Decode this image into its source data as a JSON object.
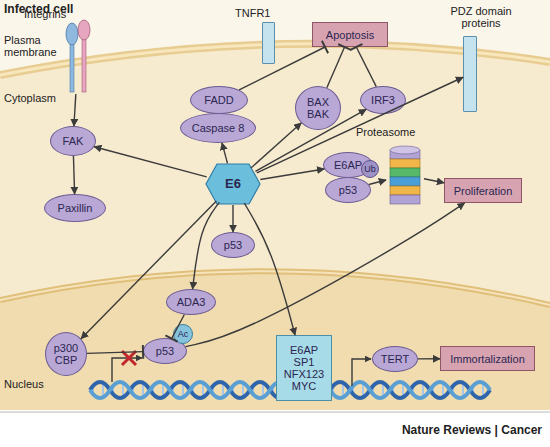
{
  "diagram": {
    "title": "Infected cell",
    "nodes": [
      {
        "text": [
          "Integrins"
        ]
      },
      {
        "text": [
          "FAK"
        ]
      },
      {
        "text": [
          "Paxillin"
        ]
      },
      {
        "text": [
          "TNFR1"
        ]
      },
      {
        "text": [
          "FADD"
        ]
      },
      {
        "text": [
          "Caspase 8"
        ]
      },
      {
        "text": [
          "Apoptosis"
        ]
      },
      {
        "text": [
          "BAX BAK"
        ]
      },
      {
        "text": [
          "IRF3"
        ]
      },
      {
        "text": [
          "PDZ domain proteins"
        ]
      },
      {
        "text": [
          "E6"
        ]
      },
      {
        "text": [
          "E6AP"
        ]
      },
      {
        "text": [
          "p53"
        ]
      },
      {
        "text": [
          "Ub"
        ]
      },
      {
        "text": [
          "Proteasome"
        ]
      },
      {
        "text": [
          "Proliferation"
        ]
      },
      {
        "text": [
          "p53"
        ]
      },
      {
        "text": [
          "ADA3"
        ]
      },
      {
        "text": [
          "p300 CBP"
        ]
      },
      {
        "text": [
          "p53"
        ]
      },
      {
        "text": [
          "Ac"
        ]
      },
      {
        "text": [
          "E6AP",
          "SP1",
          "NFX123",
          "MYC"
        ]
      },
      {
        "text": [
          "TERT"
        ]
      },
      {
        "text": [
          "Immortalization"
        ]
      }
    ],
    "edges": [
      {
        "from": 0,
        "to": 1,
        "arrow": "to"
      },
      {
        "from": 1,
        "to": 2,
        "arrow": "to"
      },
      {
        "from": 10,
        "to": 1,
        "arrow": "to"
      },
      {
        "from": 10,
        "to": 5,
        "arrow": "to"
      },
      {
        "from": 4,
        "to": 6,
        "arrow": "to"
      },
      {
        "from": 10,
        "to": 7,
        "arrow": "to"
      },
      {
        "from": 7,
        "to": 6,
        "arrow": "to"
      },
      {
        "from": 10,
        "to": 8,
        "arrow": "to"
      },
      {
        "from": 8,
        "to": 6,
        "arrow": "to"
      },
      {
        "from": 10,
        "to": 9,
        "arrow": "to"
      },
      {
        "from": 10,
        "to": 11,
        "arrow": "to"
      },
      {
        "from": 10,
        "to": 16,
        "arrow": "to"
      },
      {
        "from": 12,
        "to": 14,
        "arrow": "to"
      },
      {
        "from": 14,
        "to": 15,
        "arrow": "to"
      },
      {
        "from": 10,
        "to": 17,
        "arrow": "to"
      },
      {
        "from": 17,
        "to": 19,
        "arrow": "to"
      },
      {
        "from": 10,
        "to": 18,
        "arrow": "to"
      },
      {
        "from": 18,
        "to": 19,
        "arrow": "to"
      },
      {
        "from": 10,
        "to": 21,
        "arrow": "to"
      },
      {
        "from": 19,
        "to": 15,
        "arrow": "to"
      },
      {
        "from": 22,
        "to": 23,
        "arrow": "to"
      }
    ],
    "labels": [
      "Plasma membrane",
      "Cytoplasm",
      "Nucleus",
      "Nature Reviews | Cancer"
    ]
  }
}
